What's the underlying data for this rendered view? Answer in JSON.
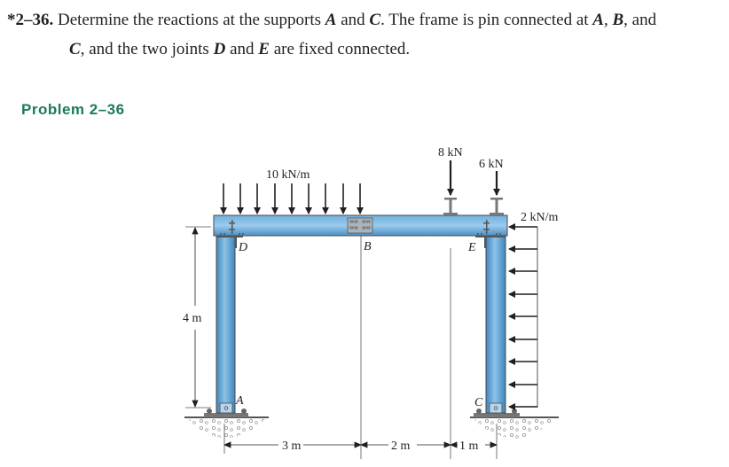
{
  "problem": {
    "number": "*2–36.",
    "line1_a": "Determine the reactions at the supports ",
    "A": "A",
    "line1_b": " and ",
    "C": "C",
    "line1_c": ". The frame is pin connected at ",
    "A2": "A",
    "sep1": ", ",
    "B": "B",
    "line1_d": ", and",
    "C2": "C",
    "line2_a": ", and the two joints ",
    "D": "D",
    "line2_b": " and ",
    "E": "E",
    "line2_c": " are fixed connected."
  },
  "caption": "Problem 2–36",
  "diagram": {
    "loads": {
      "distributed_top": "10 kN/m",
      "point_1": "8 kN",
      "point_2": "6 kN",
      "distributed_side": "2 kN/m"
    },
    "points": {
      "A": "A",
      "B": "B",
      "C": "C",
      "D": "D",
      "E": "E"
    },
    "dimensions": {
      "height": "4 m",
      "span_1": "3 m",
      "span_2": "2 m",
      "span_3": "1 m"
    },
    "colors": {
      "member_fill": "#5fa3d3",
      "member_dark": "#3a7fb5",
      "outline": "#4a4a4a",
      "caption": "#1f7a5a"
    }
  }
}
